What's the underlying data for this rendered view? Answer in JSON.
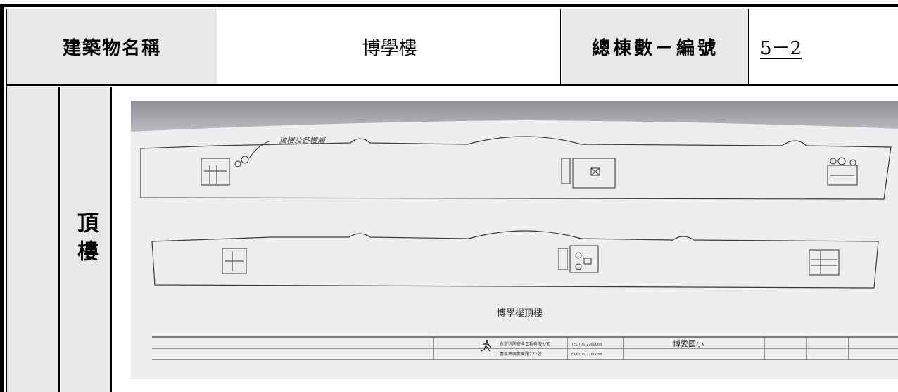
{
  "header": {
    "building_name_label": "建築物名稱",
    "building_name_value": "博學樓",
    "building_count_label": "總棟數－編號",
    "building_count_value": "5－2"
  },
  "section": {
    "label": "頂樓"
  },
  "photo": {
    "drawing_title": "博學樓頂樓",
    "handwritten_note": "頂樓及各樓層",
    "company_name": "永豐消防安全工程有限公司",
    "company_address": "嘉義市興業東路772號",
    "phone": "TEL:(05)2760088",
    "fax": "FAX:(05)2760088",
    "project_name": "博愛國小",
    "colors": {
      "paper": "#f4f4f5",
      "line": "#3a3a3a",
      "background": "#d8d9dc"
    }
  }
}
